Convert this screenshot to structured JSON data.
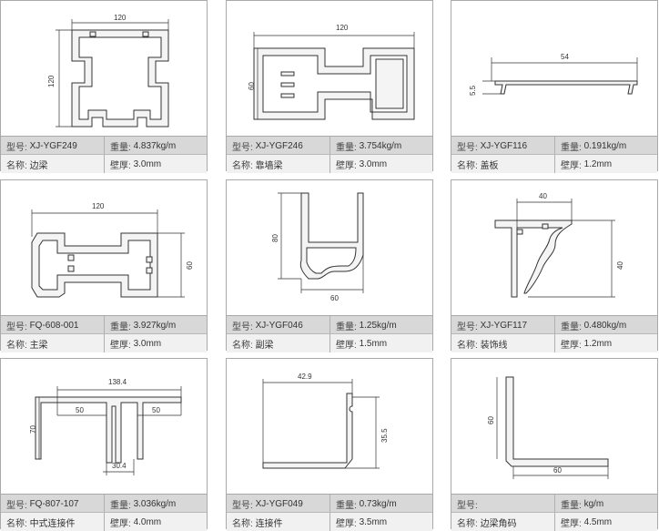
{
  "labels": {
    "model": "型号:",
    "weight": "重量:",
    "name": "名称:",
    "thickness": "壁厚:"
  },
  "cards": [
    {
      "model": "XJ-YGF249",
      "weight": "4.837kg/m",
      "name": "边梁",
      "thickness": "3.0mm",
      "dims": [
        "120",
        "120"
      ]
    },
    {
      "model": "XJ-YGF246",
      "weight": "3.754kg/m",
      "name": "靠墙梁",
      "thickness": "3.0mm",
      "dims": [
        "120",
        "60"
      ]
    },
    {
      "model": "XJ-YGF116",
      "weight": "0.191kg/m",
      "name": "盖板",
      "thickness": "1.2mm",
      "dims": [
        "54",
        "5.5"
      ]
    },
    {
      "model": "FQ-608-001",
      "weight": "3.927kg/m",
      "name": "主梁",
      "thickness": "3.0mm",
      "dims": [
        "120",
        "60"
      ]
    },
    {
      "model": "XJ-YGF046",
      "weight": "1.25kg/m",
      "name": "副梁",
      "thickness": "1.5mm",
      "dims": [
        "80",
        "60"
      ]
    },
    {
      "model": "XJ-YGF117",
      "weight": "0.480kg/m",
      "name": "装饰线",
      "thickness": "1.2mm",
      "dims": [
        "40",
        "40"
      ]
    },
    {
      "model": "FQ-807-107",
      "weight": "3.036kg/m",
      "name": "中式连接件",
      "thickness": "4.0mm",
      "dims": [
        "138.4",
        "50",
        "50",
        "70",
        "30.4"
      ]
    },
    {
      "model": "XJ-YGF049",
      "weight": "0.73kg/m",
      "name": "连接件",
      "thickness": "3.5mm",
      "dims": [
        "42.9",
        "35.5"
      ]
    },
    {
      "model": "",
      "weight": "kg/m",
      "name": "边梁角码",
      "thickness": "4.5mm",
      "dims": [
        "60",
        "60"
      ]
    }
  ]
}
